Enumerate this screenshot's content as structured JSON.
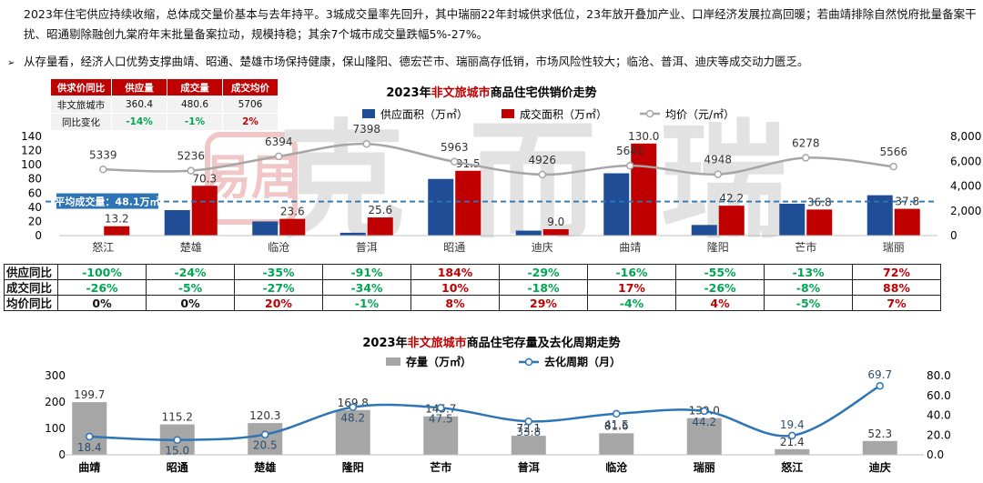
{
  "bullets": {
    "marker": "➢",
    "b1": "2023年住宅供应持续收缩，总体成交量价基本与去年持平。3城成交量率先回升，其中瑞丽22年封城供求低位，23年放开叠加产业、口岸经济发展拉高回暖；若曲靖排除自然悦府批量备案干扰、昭通剔除融创九棠府年末批量备案拉动，规模持稳；其余7个城市成交量跌幅5%-27%。",
    "b2": "从存量看，经济人口优势支撑曲靖、昭通、楚雄市场保持健康，保山隆阳、德宏芒市、瑞丽高存低销，市场风险性较大；临沧、普洱、迪庆等成交动力匮乏。"
  },
  "summary_table": {
    "headers": [
      "供求价同比",
      "供应量",
      "成交量",
      "成交均价"
    ],
    "row1": [
      "非文旅城市",
      "360.4",
      "480.6",
      "5706"
    ],
    "row2": [
      "同比变化",
      "-14%",
      "-1%",
      "2%"
    ]
  },
  "watermark": {
    "text": "克而瑞",
    "seal": "易居"
  },
  "colors": {
    "supply": "#1f4e96",
    "deal": "#c00000",
    "price_line": "#a6a6a6",
    "stock": "#a6a6a6",
    "cycle_line": "#2e75b6",
    "avg_line": "#2e75b6",
    "green": "#00a651",
    "red": "#c00000"
  },
  "chart_data": [
    {
      "type": "bar",
      "title_parts": [
        "2023年",
        "非文旅城市",
        "商品住宅供销价走势"
      ],
      "categories": [
        "怒江",
        "楚雄",
        "临沧",
        "普洱",
        "昭通",
        "迪庆",
        "曲靖",
        "隆阳",
        "芒市",
        "瑞丽"
      ],
      "series": [
        {
          "name": "供应面积（万㎡）",
          "kind": "bar",
          "axis": "left",
          "values": [
            0,
            36,
            20,
            4,
            80,
            7,
            88,
            15,
            45,
            57
          ]
        },
        {
          "name": "成交面积（万㎡）",
          "kind": "bar",
          "axis": "left",
          "values": [
            13.2,
            70.3,
            23.6,
            25.6,
            91.5,
            9.0,
            130.0,
            42.2,
            36.8,
            37.8
          ]
        },
        {
          "name": "均价（元/㎡）",
          "kind": "line",
          "axis": "right",
          "values": [
            5339,
            5236,
            6394,
            7398,
            5963,
            4926,
            5641,
            4948,
            6278,
            5566
          ]
        }
      ],
      "deal_labels": [
        "13.2",
        "70.3",
        "23.6",
        "25.6",
        "91.5",
        "9.0",
        "130.0",
        "42.2",
        "36.8",
        "37.8"
      ],
      "price_labels": [
        "5339",
        "5236",
        "6394",
        "7398",
        "5963",
        "4926",
        "5641",
        "4948",
        "6278",
        "5566"
      ],
      "reference_line": {
        "value": 48.1,
        "label": "平均成交量：48.1万㎡"
      },
      "ylim_left": [
        0,
        140
      ],
      "yticks_left": [
        "0",
        "20",
        "40",
        "60",
        "80",
        "100",
        "120",
        "140"
      ],
      "ylim_right": [
        0,
        8000
      ],
      "yticks_right": [
        "0",
        "2,000",
        "4,000",
        "6,000",
        "8,000"
      ],
      "grid": false,
      "legend": "top"
    },
    {
      "type": "bar",
      "title_parts": [
        "2023年",
        "非文旅城市",
        "商品住宅存量及去化周期走势"
      ],
      "categories": [
        "曲靖",
        "昭通",
        "楚雄",
        "隆阳",
        "芒市",
        "普洱",
        "临沧",
        "瑞丽",
        "怒江",
        "迪庆"
      ],
      "series": [
        {
          "name": "存量（万㎡）",
          "kind": "bar",
          "axis": "left",
          "values": [
            199.7,
            115.2,
            120.3,
            169.8,
            145.7,
            72.1,
            81.6,
            139.0,
            21.4,
            52.3
          ]
        },
        {
          "name": "去化周期（月）",
          "kind": "line",
          "axis": "right",
          "values": [
            18.4,
            15.0,
            20.5,
            48.2,
            47.5,
            33.8,
            41.5,
            44.2,
            19.4,
            69.7
          ]
        }
      ],
      "stock_labels": [
        "199.7",
        "115.2",
        "120.3",
        "169.8",
        "145.7",
        "72.1",
        "81.6",
        "139.0",
        "21.4",
        "52.3"
      ],
      "cycle_labels": [
        "18.4",
        "15.0",
        "20.5",
        "48.2",
        "47.5",
        "33.8",
        "41.5",
        "44.2",
        "19.4",
        "69.7"
      ],
      "ylim_left": [
        0,
        300
      ],
      "yticks_left": [
        "0",
        "100",
        "200",
        "300"
      ],
      "ylim_right": [
        0,
        80
      ],
      "yticks_right": [
        "0.0",
        "20.0",
        "40.0",
        "60.0",
        "80.0"
      ],
      "grid": false,
      "legend": "top"
    }
  ],
  "yoy_table": {
    "rows": [
      {
        "label": "供应同比",
        "values": [
          "-100%",
          "-24%",
          "-35%",
          "-91%",
          "184%",
          "-29%",
          "-16%",
          "-55%",
          "-13%",
          "72%"
        ]
      },
      {
        "label": "成交同比",
        "values": [
          "-26%",
          "-5%",
          "-27%",
          "-34%",
          "10%",
          "-18%",
          "17%",
          "-26%",
          "-8%",
          "88%"
        ]
      },
      {
        "label": "均价同比",
        "values": [
          "0%",
          "0%",
          "20%",
          "-1%",
          "8%",
          "29%",
          "-4%",
          "4%",
          "-5%",
          "7%"
        ]
      }
    ]
  }
}
